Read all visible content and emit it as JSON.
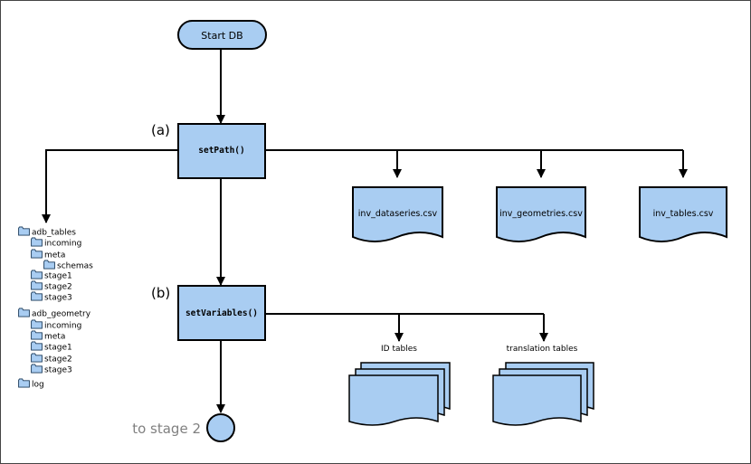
{
  "start": {
    "label": "Start DB"
  },
  "step_a": {
    "marker": "(a)",
    "function": "setPath()"
  },
  "step_b": {
    "marker": "(b)",
    "function": "setVariables()"
  },
  "csv_files": [
    {
      "label": "inv_dataseries.csv"
    },
    {
      "label": "inv_geometries.csv"
    },
    {
      "label": "inv_tables.csv"
    }
  ],
  "table_stacks": [
    {
      "label": "ID tables"
    },
    {
      "label": "translation tables"
    }
  ],
  "end": {
    "label": "to stage 2"
  },
  "folders": [
    {
      "name": "adb_tables",
      "depth": 0
    },
    {
      "name": "incoming",
      "depth": 1
    },
    {
      "name": "meta",
      "depth": 1
    },
    {
      "name": "schemas",
      "depth": 2
    },
    {
      "name": "stage1",
      "depth": 1
    },
    {
      "name": "stage2",
      "depth": 1
    },
    {
      "name": "stage3",
      "depth": 1
    },
    {
      "name": "adb_geometry",
      "depth": 0
    },
    {
      "name": "incoming",
      "depth": 1
    },
    {
      "name": "meta",
      "depth": 1
    },
    {
      "name": "stage1",
      "depth": 1
    },
    {
      "name": "stage2",
      "depth": 1
    },
    {
      "name": "stage3",
      "depth": 1
    },
    {
      "name": "log",
      "depth": 0
    }
  ],
  "colors": {
    "fill": "#a9cdf2",
    "stroke": "#000000",
    "muted_text": "#808080"
  }
}
